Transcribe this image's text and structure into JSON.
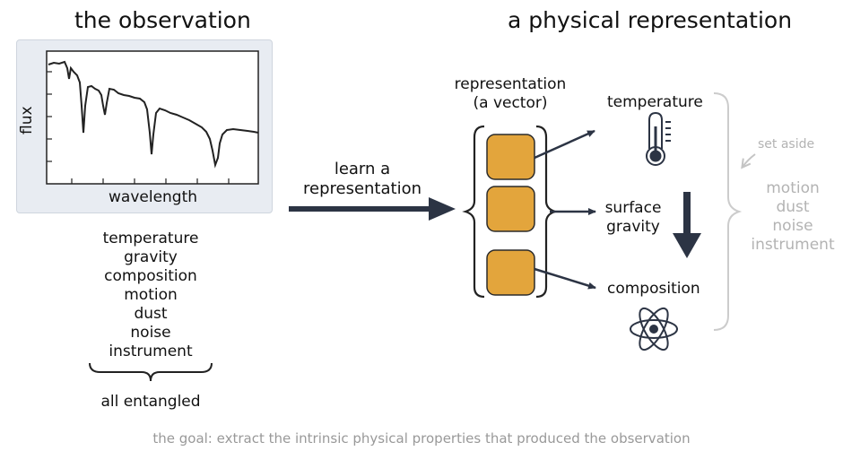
{
  "left_panel": {
    "title": "the observation",
    "plot": {
      "ylabel": "flux",
      "xlabel": "wavelength"
    },
    "entangled_factors": [
      "temperature",
      "gravity",
      "composition",
      "motion",
      "dust",
      "noise",
      "instrument"
    ],
    "entangled_label": "all entangled"
  },
  "middle": {
    "arrow_label_line1": "learn a",
    "arrow_label_line2": "representation",
    "vector_label_line1": "representation",
    "vector_label_line2": "(a vector)"
  },
  "right_panel": {
    "title": "a physical representation",
    "temperature_label": "temperature",
    "gravity_label_line1": "surface",
    "gravity_label_line2": "gravity",
    "composition_label": "composition",
    "set_aside_label": "set aside",
    "set_aside_items": [
      "motion",
      "dust",
      "noise",
      "instrument"
    ]
  },
  "caption": "the goal: extract the intrinsic physical properties that produced the observation",
  "colors": {
    "vector_cell": "#e3a53c",
    "vector_cell_border": "#2b2b2b",
    "arrow": "#2c3444",
    "muted": "#b3b3b3",
    "panel_bg": "#e8ecf2"
  },
  "icons": [
    "thermometer-icon",
    "atom-icon"
  ]
}
